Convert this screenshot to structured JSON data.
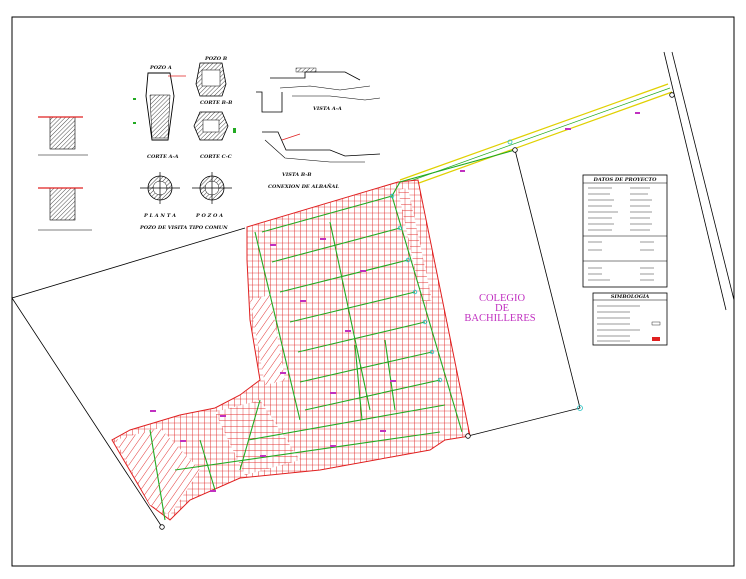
{
  "drawing": {
    "school_label": [
      "COLEGIO",
      "DE",
      "BACHILLERES"
    ],
    "details": {
      "pozo_a": "POZO A",
      "pozo_b": "POZO B",
      "corte_bb": "CORTE B-B",
      "corte_aa": "CORTE A-A",
      "corte_cc": "CORTE C-C",
      "planta": "P L A N T A",
      "pozo_tipo": "P O Z O A",
      "pozo_caption": "POZO DE VISITA TIPO COMUN",
      "vista_aa": "VISTA A-A",
      "vista_bb": "VISTA B-B",
      "conexion": "CONEXION DE ALBAÑAL"
    },
    "tables": {
      "datos_title": "DATOS DE PROYECTO",
      "simbologia_title": "SIMBOLOGIA"
    },
    "colors": {
      "lots": "#e02020",
      "streets": "#22aa22",
      "annotations": "#c030c0",
      "boundary": "#000000",
      "highway": "#e0d000",
      "nodes": "#20c0c0"
    }
  }
}
